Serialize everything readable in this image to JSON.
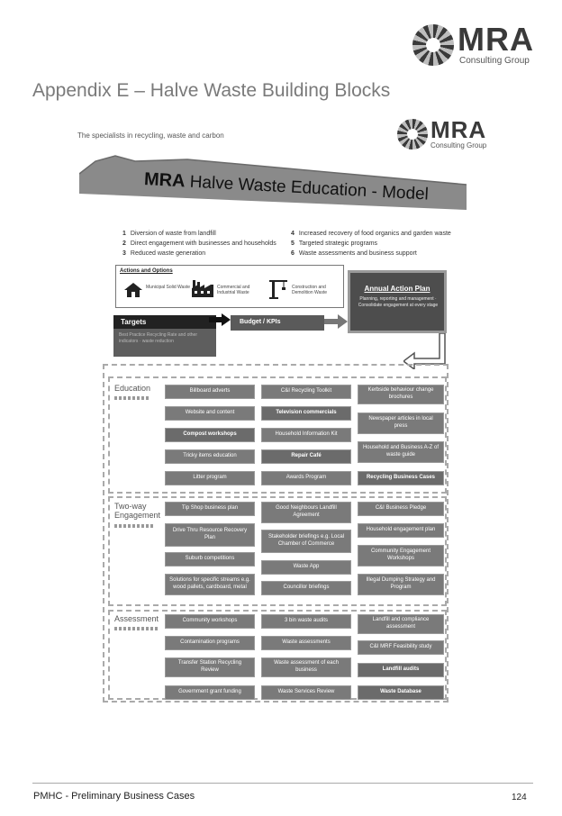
{
  "header": {
    "logo": {
      "name": "MRA",
      "subtitle": "Consulting Group"
    },
    "title": "Appendix E – Halve Waste Building Blocks"
  },
  "figure": {
    "tagline": "The specialists in recycling, waste and carbon",
    "logo": {
      "name": "MRA",
      "subtitle": "Consulting Group"
    },
    "banner": {
      "bold": "MRA",
      "rest": " Halve Waste Education - Model"
    },
    "objectives": [
      {
        "num": "1",
        "text": "Diversion of waste from landfill"
      },
      {
        "num": "2",
        "text": "Direct engagement with businesses and households"
      },
      {
        "num": "3",
        "text": "Reduced waste generation"
      },
      {
        "num": "4",
        "text": "Increased recovery of food organics and garden waste"
      },
      {
        "num": "5",
        "text": "Targeted strategic programs"
      },
      {
        "num": "6",
        "text": "Waste assessments and business support"
      }
    ],
    "actions": {
      "label": "Actions and Options",
      "items": [
        {
          "icon": "house-icon",
          "text": "Municipal Solid Waste"
        },
        {
          "icon": "factory-icon",
          "text": "Commercial and Industrial Waste"
        },
        {
          "icon": "crane-icon",
          "text": "Construction and Demolition Waste"
        }
      ]
    },
    "annual_plan": {
      "title": "Annual Action Plan",
      "text": "Planning, reporting and management · Consolidate engagement at every stage"
    },
    "targets": {
      "title": "Targets",
      "text": "Best Practice Recycling Rate and other indicators · waste reduction"
    },
    "budget": "Budget / KPIs",
    "sections": {
      "education": {
        "label": "Education",
        "col1": [
          "Billboard adverts",
          "Website and content",
          "Compost workshops",
          "Tricky items education",
          "Litter program"
        ],
        "col2": [
          "C&I Recycling Toolkit",
          "Television commercials",
          "Household Information Kit",
          "Repair Café",
          "Awards Program"
        ],
        "col3": [
          "Kerbside behaviour change brochures",
          "Newspaper articles in local press",
          "Household and Business A-Z of waste guide",
          "Recycling Business Cases"
        ]
      },
      "engagement": {
        "label": "Two-way Engagement",
        "col1": [
          "Tip Shop business plan",
          "Drive Thru Resource Recovery Plan",
          "Suburb competitions",
          "Solutions for specific streams e.g. wood pallets, cardboard, metal"
        ],
        "col2": [
          "Good Neighbours Landfill Agreement",
          "Stakeholder briefings e.g. Local Chamber of Commerce",
          "Waste App",
          "Councillor briefings"
        ],
        "col3": [
          "C&I Business Pledge",
          "Household engagement plan",
          "Community Engagement Workshops",
          "Illegal Dumping Strategy and Program"
        ]
      },
      "assessment": {
        "label": "Assessment",
        "col1": [
          "Community workshops",
          "Contamination programs",
          "Transfer Station Recycling Review",
          "Government grant funding"
        ],
        "col2": [
          "3 bin waste audits",
          "Waste assessments",
          "Waste assessment of each business",
          "Waste Services Review"
        ],
        "col3": [
          "Landfill and compliance assessment",
          "C&I MRF Feasibility study",
          "Landfill audits",
          "Waste Database"
        ]
      }
    }
  },
  "footer": {
    "text": "PMHC - Preliminary Business Cases",
    "page": "124"
  }
}
